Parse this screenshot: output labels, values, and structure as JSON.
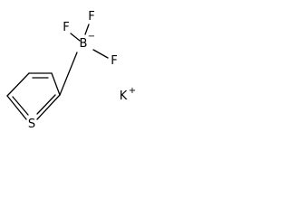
{
  "molecule": {
    "atoms": {
      "sulfur": "S",
      "boron": "B",
      "fluorine_top": "F",
      "fluorine_left": "F",
      "fluorine_right": "F",
      "boron_charge": "−"
    },
    "counterion": {
      "element": "K",
      "charge": "+"
    }
  }
}
